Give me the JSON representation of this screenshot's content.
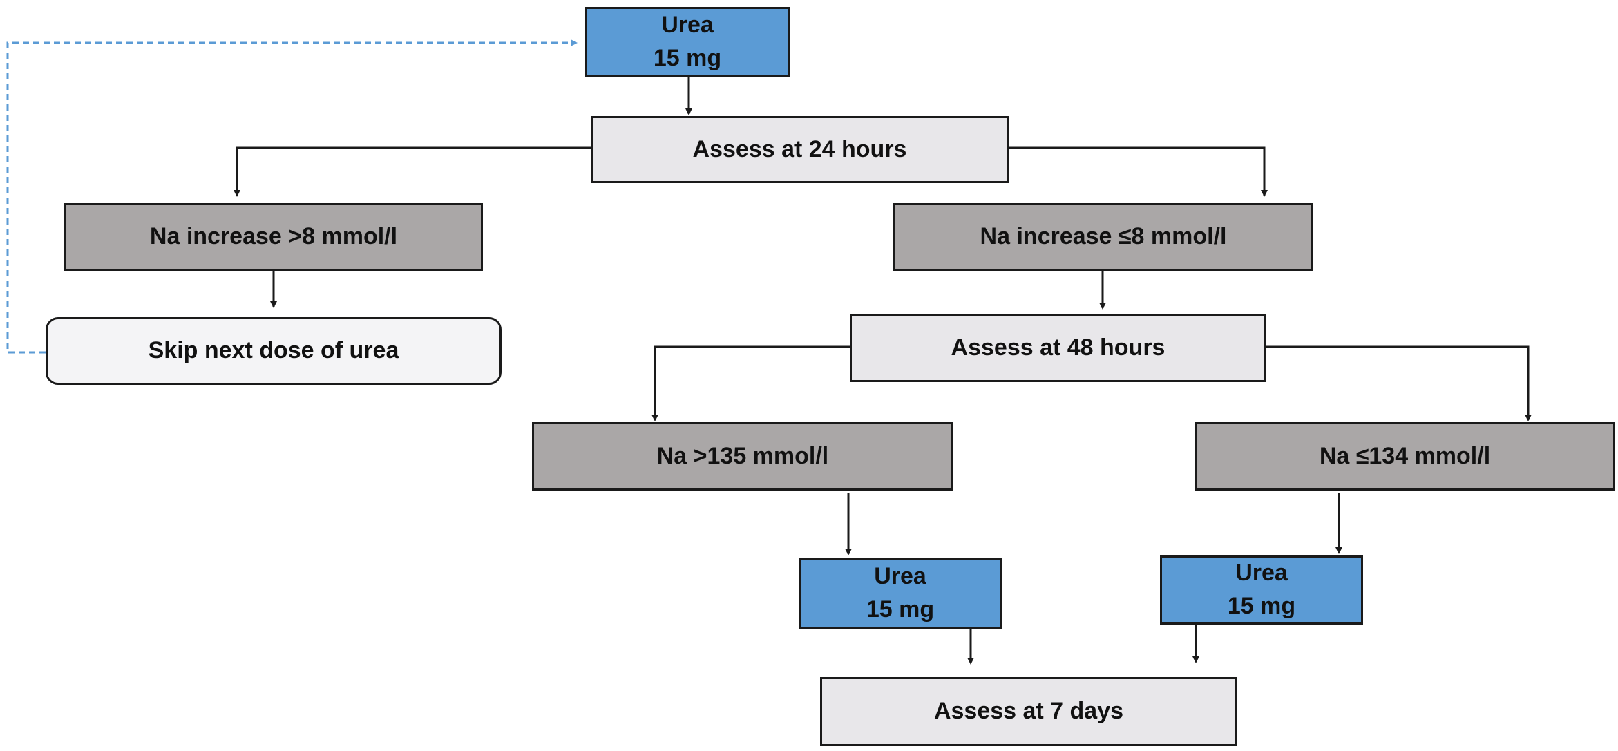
{
  "colors": {
    "urea_box": "#5b9bd5",
    "assess_box": "#e8e7ea",
    "condition_box": "#aaa7a7",
    "action_box": "#f4f4f6",
    "arrow": "#1a1a1a",
    "loop_arrow": "#5b9bd5"
  },
  "nodes": {
    "urea_start": {
      "line1": "Urea",
      "line2": "15 mg"
    },
    "assess_24h": "Assess at 24 hours",
    "na_increase_gt8": "Na increase >8 mmol/l",
    "na_increase_le8": "Na increase ≤8 mmol/l",
    "skip_dose": "Skip next dose of urea",
    "assess_48h": "Assess at 48 hours",
    "na_gt135": "Na >135 mmol/l",
    "na_le134": "Na ≤134 mmol/l",
    "urea_left": {
      "line1": "Urea",
      "line2": "15 mg"
    },
    "urea_right": {
      "line1": "Urea",
      "line2": "15 mg"
    },
    "assess_7d": "Assess at 7 days"
  }
}
